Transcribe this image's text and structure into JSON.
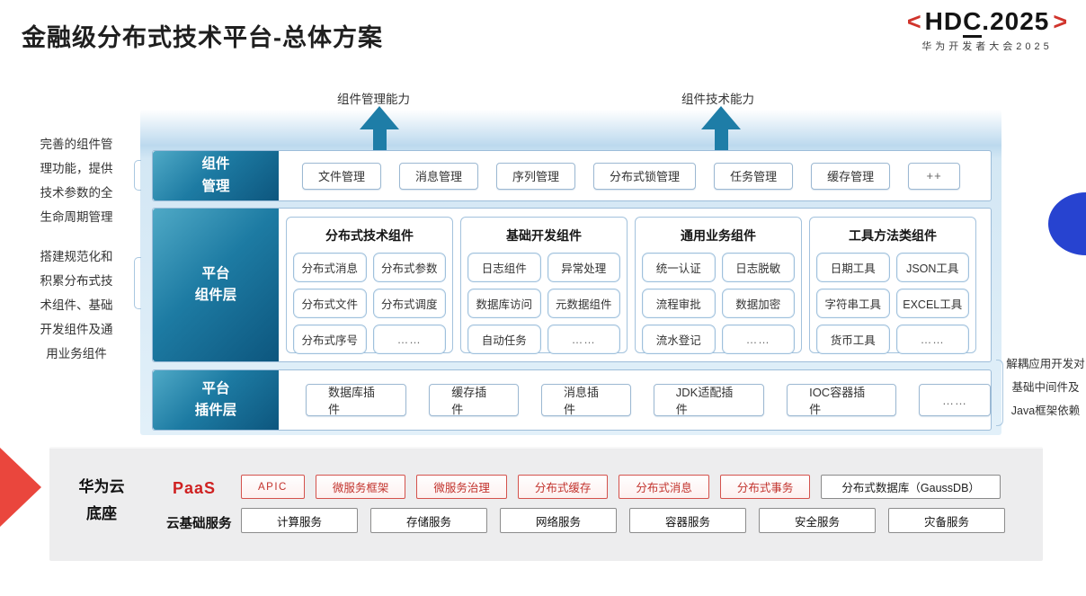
{
  "title": "金融级分布式技术平台-总体方案",
  "logo": {
    "bracket_left": "<",
    "hd": "HD",
    "c": "C",
    "rest": ".2025",
    "bracket_right": ">",
    "subtitle": "华为开发者大会2025"
  },
  "capabilities": {
    "left_arrow_label": "组件管理能力",
    "right_arrow_label": "组件技术能力"
  },
  "notes": {
    "left_1": "完善的组件管\n理功能，提供\n技术参数的全\n生命周期管理",
    "left_2": "搭建规范化和\n积累分布式技\n术组件、基础\n开发组件及通\n用业务组件",
    "right": "解耦应用开发对\n基础中间件及\nJava框架依赖"
  },
  "layers": {
    "management": {
      "label": "组件\n管理",
      "items": [
        "文件管理",
        "消息管理",
        "序列管理",
        "分布式锁管理",
        "任务管理",
        "缓存管理",
        "++"
      ]
    },
    "components": {
      "label": "平台\n组件层",
      "groups": [
        {
          "title": "分布式技术组件",
          "items": [
            "分布式消息",
            "分布式参数",
            "分布式文件",
            "分布式调度",
            "分布式序号",
            "……"
          ]
        },
        {
          "title": "基础开发组件",
          "items": [
            "日志组件",
            "异常处理",
            "数据库访问",
            "元数据组件",
            "自动任务",
            "……"
          ]
        },
        {
          "title": "通用业务组件",
          "items": [
            "统一认证",
            "日志脱敏",
            "流程审批",
            "数据加密",
            "流水登记",
            "……"
          ]
        },
        {
          "title": "工具方法类组件",
          "items": [
            "日期工具",
            "JSON工具",
            "字符串工具",
            "EXCEL工具",
            "货币工具",
            "……"
          ]
        }
      ]
    },
    "plugins": {
      "label": "平台\n插件层",
      "items": [
        "数据库插件",
        "缓存插件",
        "消息插件",
        "JDK适配插件",
        "IOC容器插件",
        "……"
      ]
    }
  },
  "foundation": {
    "label": "华为云\n底座",
    "paas_label": "PaaS",
    "paas_items": [
      "APIC",
      "微服务框架",
      "微服务治理",
      "分布式缓存",
      "分布式消息",
      "分布式事务"
    ],
    "paas_db": "分布式数据库（GaussDB）",
    "cloud_label": "云基础服务",
    "cloud_items": [
      "计算服务",
      "存储服务",
      "网络服务",
      "容器服务",
      "安全服务",
      "灾备服务"
    ]
  },
  "colors": {
    "teal_dark": "#0d567e",
    "teal": "#1e7da7",
    "light_blue_border": "#9dbdd9",
    "red_accent": "#cf2121",
    "panel_gray": "#ededee",
    "royal_blue": "#2743d0"
  }
}
